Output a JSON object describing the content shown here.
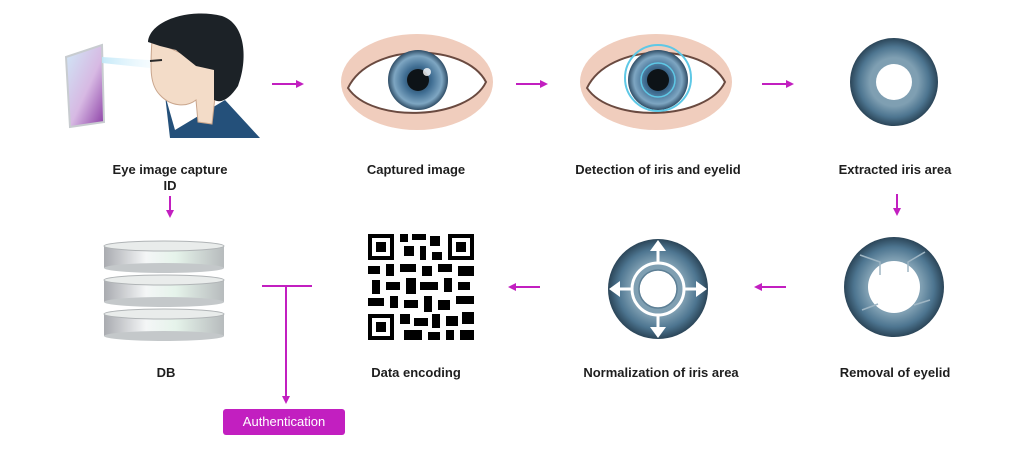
{
  "steps": {
    "capture": "Eye image capture",
    "capture_id": "ID",
    "captured": "Captured image",
    "detection": "Detection of iris and eyelid",
    "extracted": "Extracted iris area",
    "removal": "Removal of eyelid",
    "normalization": "Normalization of iris area",
    "encoding": "Data encoding",
    "db": "DB"
  },
  "authentication": "Authentication",
  "colors": {
    "arrow": "#c21fc0",
    "iris": "#5b86a6",
    "skin": "#f0cdbd",
    "detection_ring": "#5ec8e6"
  }
}
